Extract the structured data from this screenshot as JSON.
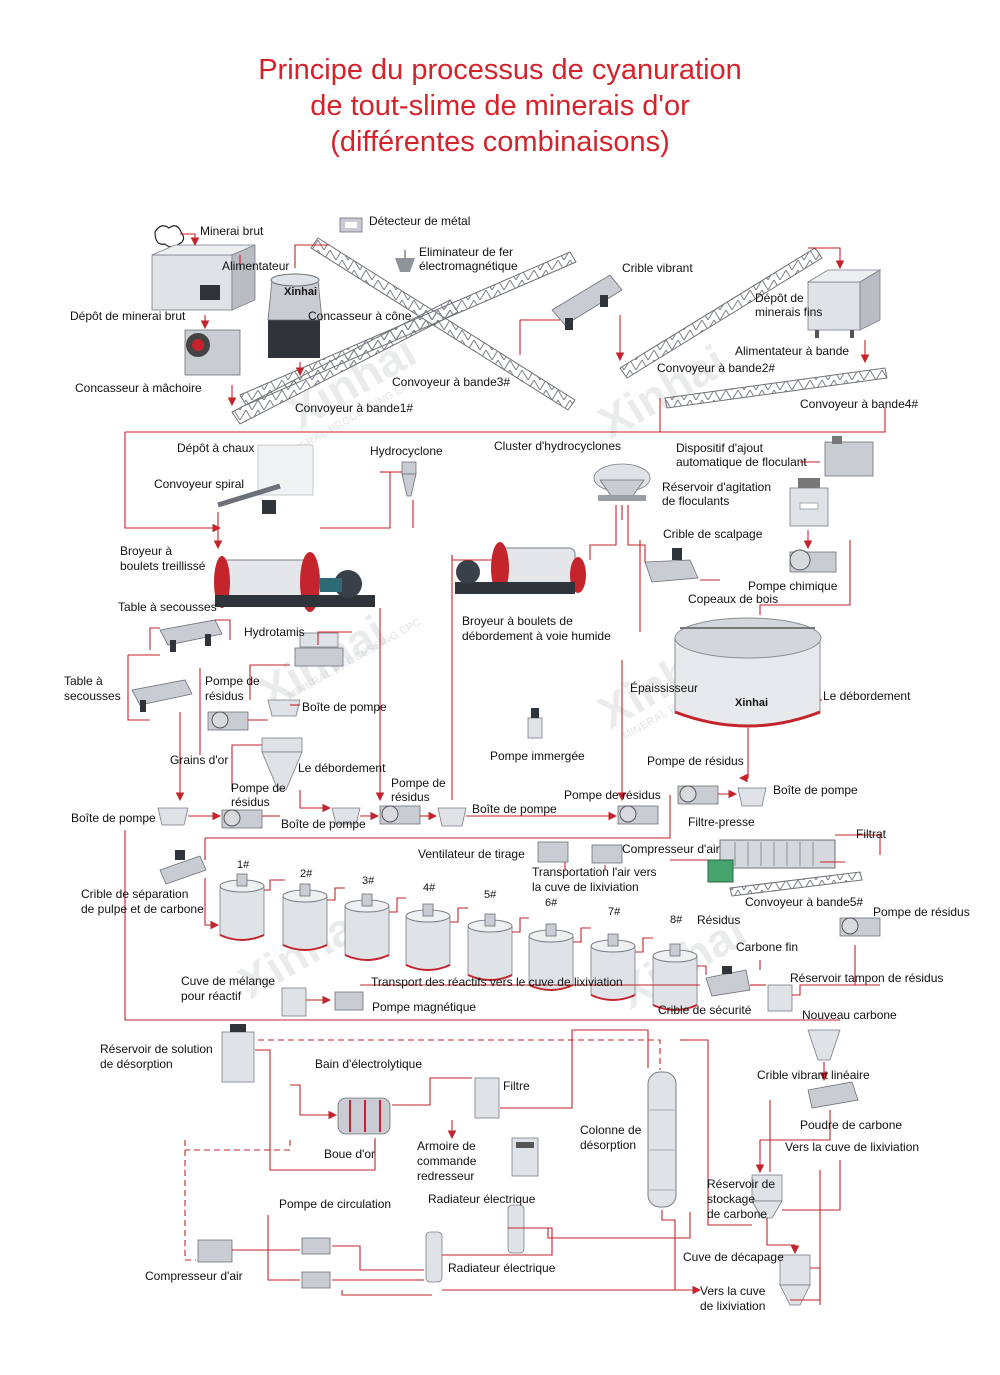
{
  "title": {
    "line1": "Principe du processus de cyanuration",
    "line2": "de tout-slime de minerais d'or",
    "line3": "(différentes combinaisons)"
  },
  "watermark": {
    "brand": "Xinhai",
    "sub": "MINERAL PROCESSING EPC"
  },
  "colors": {
    "title": "#d4232b",
    "flow_line": "#c4242b"
  },
  "labels": {
    "minerai_brut": "Minerai brut",
    "detecteur_metal": "Détecteur de métal",
    "eliminateur_1": "Eliminateur de fer",
    "eliminateur_2": "électromagnétique",
    "alimentateur": "Alimentateur",
    "crible_vibrant": "Crible vibrant",
    "depot_minerai_brut": "Dépôt de minerai brut",
    "concasseur_cone": "Concasseur à cône",
    "depot_fins_1": "Dépôt de",
    "depot_fins_2": "minerais fins",
    "alimentateur_bande": "Alimentateur à bande",
    "concasseur_machoire": "Concasseur à mâchoire",
    "convoyeur_3": "Convoyeur à bande3#",
    "convoyeur_2": "Convoyeur à bande2#",
    "convoyeur_1": "Convoyeur à bande1#",
    "convoyeur_4": "Convoyeur à bande4#",
    "depot_chaux": "Dépôt à chaux",
    "hydrocyclone": "Hydrocyclone",
    "cluster_hydrocyclones": "Cluster d'hydrocyclones",
    "ajout_floculant_1": "Dispositif d'ajout",
    "ajout_floculant_2": "automatique de floculant",
    "convoyeur_spiral": "Convoyeur spiral",
    "reservoir_agitation_1": "Réservoir d'agitation",
    "reservoir_agitation_2": "de floculants",
    "crible_scalpage": "Crible de scalpage",
    "broyeur_treillisse_1": "Broyeur à",
    "broyeur_treillisse_2": "boulets treillissé",
    "pompe_chimique": "Pompe chimique",
    "copeaux_bois": "Copeaux de bois",
    "table_secousses_top": "Table à secousses",
    "broyeur_debordement_1": "Broyeur à boulets de",
    "broyeur_debordement_2": "débordement à voie humide",
    "hydrotamis": "Hydrotamis",
    "table_secousses_1": "Table à",
    "table_secousses_2": "secousses",
    "pompe_residus_a_1": "Pompe de",
    "pompe_residus_a_2": "résidus",
    "epaississeur": "Épaississeur",
    "le_debordement_right": "Le débordement",
    "boite_pompe_top": "Boîte de pompe",
    "pompe_immergee": "Pompe immergée",
    "grains_or": "Grains d'or",
    "le_debordement_mid": "Le débordement",
    "pompe_residus_right": "Pompe de résidus",
    "pompe_residus_b_1": "Pompe de",
    "pompe_residus_b_2": "résidus",
    "pompe_residus_c_1": "Pompe de",
    "pompe_residus_c_2": "résidus",
    "boite_pompe_right": "Boîte de pompe",
    "pompe_residus_mid": "Pompe de résidus",
    "boite_pompe_left": "Boîte de pompe",
    "boite_pompe_mid2": "Boîte de pompe",
    "boite_pompe_mid": "Boîte de pompe",
    "filtre_presse": "Filtre-presse",
    "filtrat": "Filtrat",
    "ventilateur": "Ventilateur de tirage",
    "compresseur_air_top": "Compresseur d'air",
    "transport_air_1": "Transportation l'air vers",
    "transport_air_2": "la cuve de lixiviation",
    "crible_separation_1": "Crible de séparation",
    "crible_separation_2": "de pulpe et de carbone",
    "residus": "Résidus",
    "convoyeur_5": "Convoyeur à bande5#",
    "pompe_residus_far": "Pompe de résidus",
    "carbone_fin": "Carbone fin",
    "reservoir_tampon": "Réservoir tampon de résidus",
    "cuve_melange_1": "Cuve de mélange",
    "cuve_melange_2": "pour réactif",
    "transport_reactifs": "Transport des réactifs vers le cuve de lixiviation",
    "pompe_magnetique": "Pompe magnétique",
    "crible_securite": "Crible de sécurité",
    "nouveau_carbone": "Nouveau carbone",
    "reservoir_desorption_1": "Réservoir de solution",
    "reservoir_desorption_2": "de désorption",
    "bain_electrolytique": "Bain d'électrolytique",
    "crible_lineaire": "Crible vibrant linéaire",
    "filtre": "Filtre",
    "poudre_carbone": "Poudre de carbone",
    "colonne_1": "Colonne de",
    "colonne_2": "désorption",
    "vers_cuve_right": "Vers la cuve de lixiviation",
    "armoire_1": "Armoire de",
    "armoire_2": "commande",
    "armoire_3": "redresseur",
    "boue_or": "Boue d'or",
    "stockage_1": "Réservoir de",
    "stockage_2": "stockage",
    "stockage_3": "de carbone",
    "radiateur_top": "Radiateur électrique",
    "pompe_circulation": "Pompe de circulation",
    "cuve_decapage": "Cuve de décapage",
    "radiateur_bottom": "Radiateur électrique",
    "compresseur_air_bottom": "Compresseur d'air",
    "vers_cuve_bottom_1": "Vers la cuve",
    "vers_cuve_bottom_2": "de lixiviation"
  },
  "tank_numbers": [
    "1#",
    "2#",
    "3#",
    "4#",
    "5#",
    "6#",
    "7#",
    "8#"
  ],
  "logo_text": "Xinhai"
}
